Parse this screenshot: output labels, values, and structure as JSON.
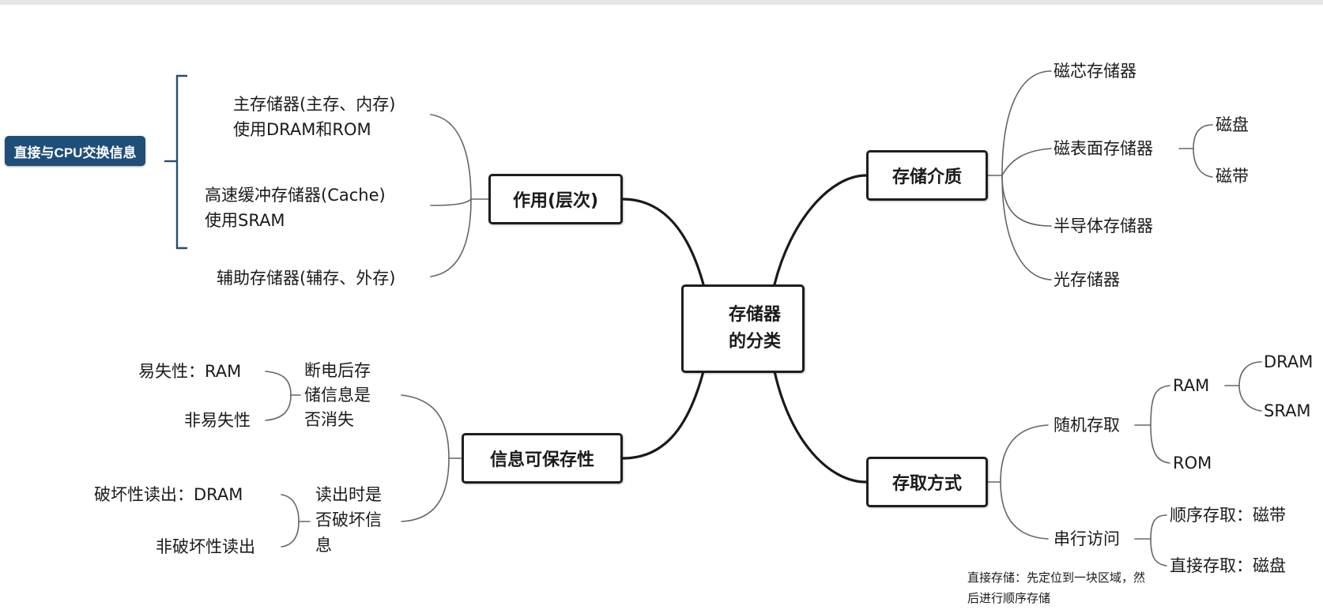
{
  "center": {
    "line1": "存储器",
    "line2": "的分类"
  },
  "left_top": {
    "node": "作用(层次)",
    "main_mem_1": "主存储器(主存、内存)",
    "main_mem_2": "使用DRAM和ROM",
    "cache_1": "高速缓冲存储器(Cache)",
    "cache_2": "使用SRAM",
    "aux": "辅助存储器(辅存、外存)",
    "tag": "直接与CPU交换信息"
  },
  "left_bottom": {
    "node": "信息可保存性",
    "volatile_q_1": "断电后存",
    "volatile_q_2": "储信息是",
    "volatile_q_3": "否消失",
    "volatile": "易失性：RAM",
    "nonvolatile": "非易失性",
    "destructive_q_1": "读出时是",
    "destructive_q_2": "否破坏信",
    "destructive_q_3": "息",
    "destructive": "破坏性读出：DRAM",
    "nondestructive": "非破坏性读出"
  },
  "right_top": {
    "node": "存储介质",
    "core": "磁芯存储器",
    "surface": "磁表面存储器",
    "disk": "磁盘",
    "tape": "磁带",
    "semiconductor": "半导体存储器",
    "optical": "光存储器"
  },
  "right_bottom": {
    "node": "存取方式",
    "random": "随机存取",
    "ram": "RAM",
    "dram": "DRAM",
    "sram": "SRAM",
    "rom": "ROM",
    "serial": "串行访问",
    "sequential": "顺序存取：磁带",
    "direct": "直接存取：磁盘",
    "note_1": "直接存储：先定位到一块区域，然",
    "note_2": "后进行顺序存储"
  }
}
